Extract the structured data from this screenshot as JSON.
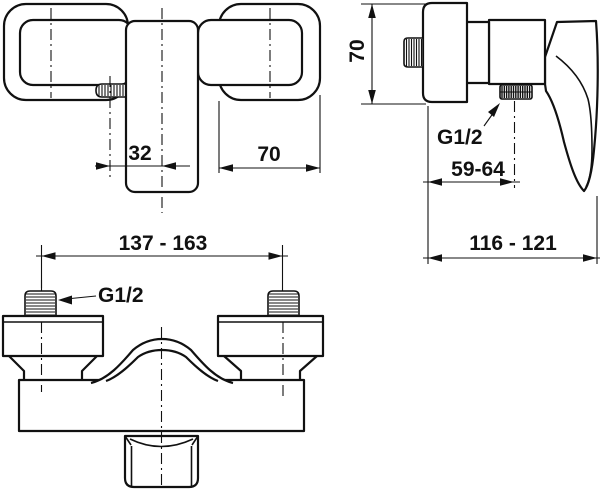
{
  "drawing": {
    "type": "technical dimension drawing",
    "subject": "wall-mounted single-lever shower mixer",
    "line_color": "#111111",
    "background": "#ffffff",
    "views": {
      "top_view": {
        "dim_body_width": "32",
        "dim_bracket_depth": "70"
      },
      "side_view": {
        "dim_height": "70",
        "outlet_thread_label": "G1/2",
        "dim_wall_to_outlet": "59-64",
        "dim_total_projection": "116 - 121"
      },
      "front_view": {
        "dim_connection_distance": "137 - 163",
        "inlet_thread_label": "G1/2"
      }
    }
  }
}
